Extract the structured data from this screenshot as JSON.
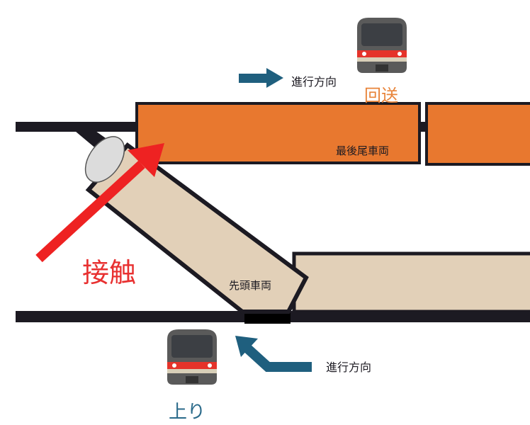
{
  "labels": {
    "direction_top": "進行方向",
    "out_of_service": "回送",
    "last_car": "最後尾車両",
    "contact": "接触",
    "lead_car": "先頭車両",
    "direction_bottom": "進行方向",
    "inbound": "上り"
  },
  "colors": {
    "orange_car": "#e8782f",
    "beige_car": "#e2d0b8",
    "track": "#1c1a22",
    "arrow_blue": "#1f5f7e",
    "contact_red": "#ee2222",
    "label_orange": "#e8843a",
    "label_blue": "#2a6a8a"
  }
}
